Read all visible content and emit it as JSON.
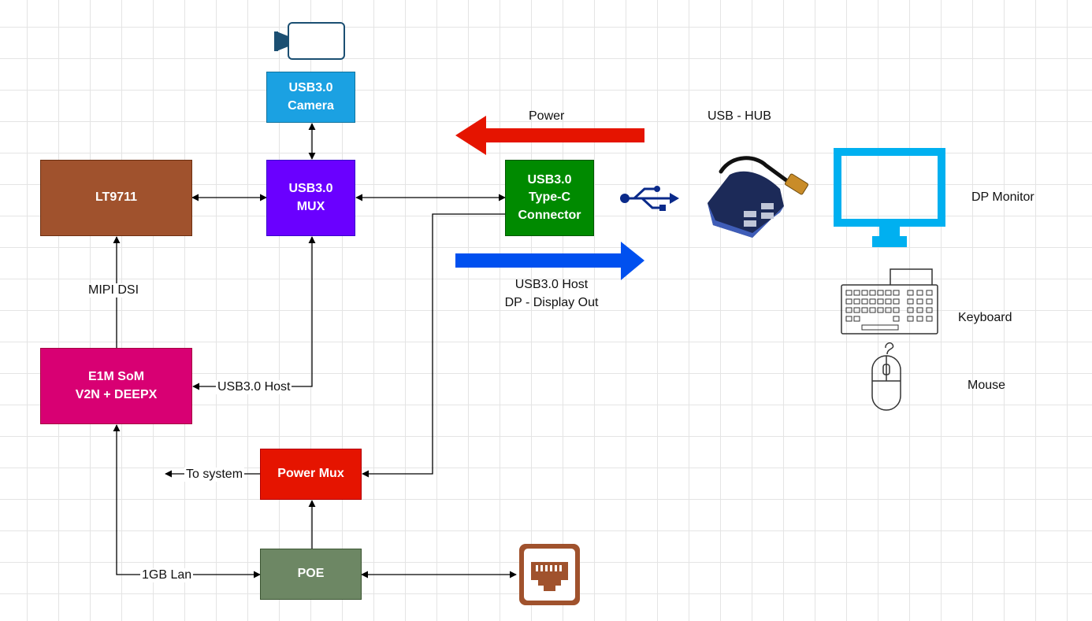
{
  "blocks": {
    "lt9711": {
      "lines": [
        "LT9711"
      ],
      "color": "#a0522d"
    },
    "usb_camera": {
      "lines": [
        "USB3.0",
        "Camera"
      ],
      "color": "#1ba1e2"
    },
    "usb_mux": {
      "lines": [
        "USB3.0",
        "MUX"
      ],
      "color": "#6a00ff"
    },
    "typec": {
      "lines": [
        "USB3.0",
        "Type-C",
        "Connector"
      ],
      "color": "#008a00"
    },
    "som": {
      "lines": [
        "E1M SoM",
        "V2N + DEEPX"
      ],
      "color": "#d80073"
    },
    "power_mux": {
      "lines": [
        "Power Mux"
      ],
      "color": "#e51400"
    },
    "poe": {
      "lines": [
        "POE"
      ],
      "color": "#6d8764"
    }
  },
  "labels": {
    "mipi_dsi": "MIPI DSI",
    "usb_host_left": "USB3.0 Host",
    "to_system": "To system",
    "gb_lan": "1GB Lan",
    "power": "Power",
    "usb_hub": "USB - HUB",
    "usb_host_right": "USB3.0 Host",
    "dp_display": "DP - Display Out",
    "dp_monitor": "DP Monitor",
    "keyboard": "Keyboard",
    "mouse": "Mouse"
  },
  "colors": {
    "power_arrow": "#e51400",
    "data_arrow": "#0050ef",
    "monitor": "#00b0f0",
    "usb_symbol": "#0a2a8a",
    "ethernet": "#a0522d",
    "line": "#000000"
  },
  "icons": [
    "video-camera-icon",
    "usb-symbol-icon",
    "usb-hub-icon",
    "monitor-icon",
    "keyboard-icon",
    "mouse-icon",
    "ethernet-port-icon"
  ]
}
